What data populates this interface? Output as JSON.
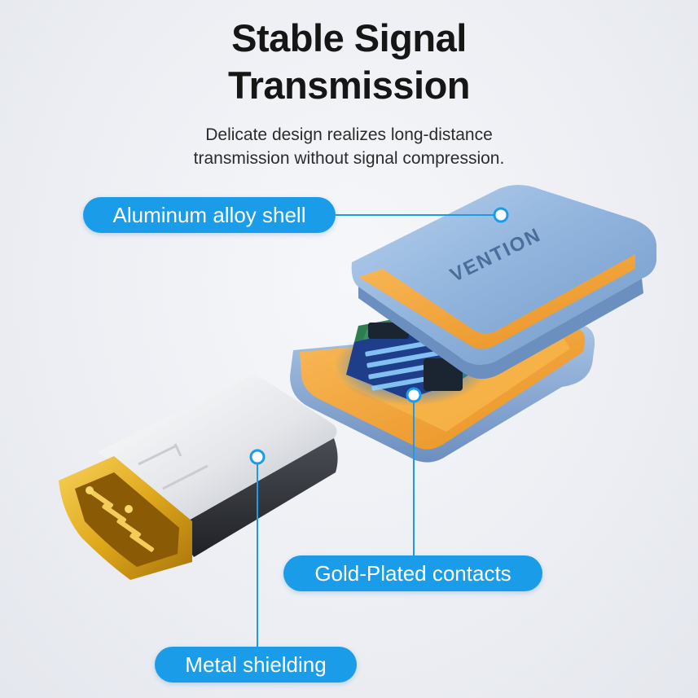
{
  "header": {
    "title_line1": "Stable Signal",
    "title_line2": "Transmission",
    "subtitle_line1": "Delicate design realizes long-distance",
    "subtitle_line2": "transmission without signal compression."
  },
  "callouts": {
    "shell": "Aluminum alloy shell",
    "contacts": "Gold-Plated contacts",
    "shielding": "Metal shielding"
  },
  "product": {
    "brand": "VENTION"
  },
  "colors": {
    "accent": "#1a9ce9",
    "shell_blue": "#8fb3dc",
    "inner_orange": "#f4a233",
    "gold": "#e0a91c"
  }
}
